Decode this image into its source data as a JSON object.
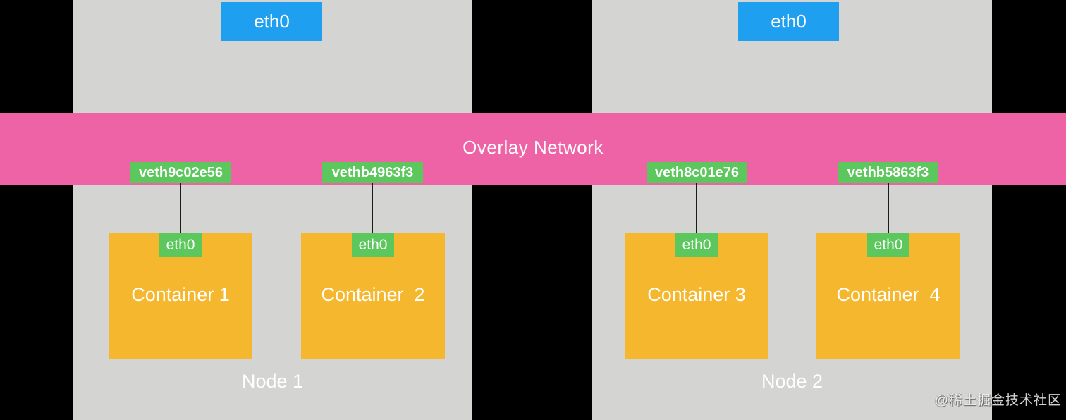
{
  "colors": {
    "background": "#000000",
    "node_bg": "#D4D4D2",
    "host_if": "#1E9FEF",
    "overlay_band": "#ED63A5",
    "veth_bg": "#5CC75C",
    "container_bg": "#F4B72E",
    "wire": "#1B1B1B"
  },
  "overlay": {
    "label": "Overlay Network"
  },
  "nodes": [
    {
      "label": "Node 1",
      "host_interface": "eth0",
      "veths": [
        "veth9c02e56",
        "vethb4963f3"
      ],
      "containers": [
        {
          "label": "Container 1",
          "interface": "eth0"
        },
        {
          "label": "Container  2",
          "interface": "eth0"
        }
      ]
    },
    {
      "label": "Node 2",
      "host_interface": "eth0",
      "veths": [
        "veth8c01e76",
        "vethb5863f3"
      ],
      "containers": [
        {
          "label": "Container 3",
          "interface": "eth0"
        },
        {
          "label": "Container  4",
          "interface": "eth0"
        }
      ]
    }
  ],
  "watermark": "@稀土掘金技术社区"
}
